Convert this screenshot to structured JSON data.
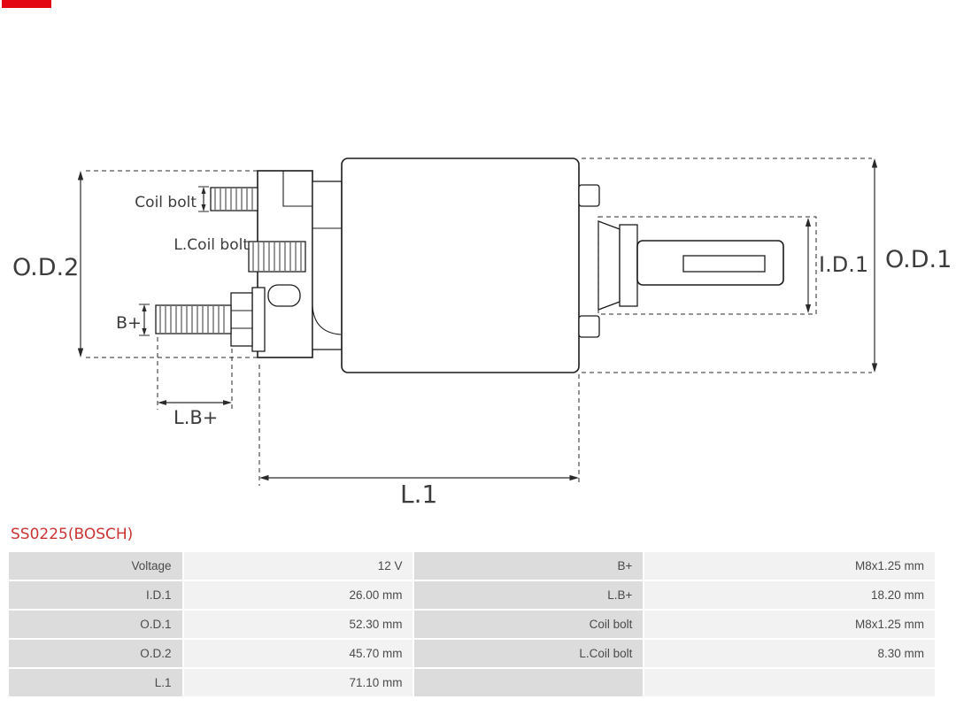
{
  "brand": {
    "mark_color": "#e30613"
  },
  "part": {
    "title": "SS0225(BOSCH)",
    "title_color": "#cc3333"
  },
  "diagram": {
    "labels": {
      "od2": "O.D.2",
      "od1": "O.D.1",
      "id1": "I.D.1",
      "l1": "L.1",
      "lb": "L.B+",
      "b": "B+",
      "coil_bolt": "Coil bolt",
      "l_coil_bolt": "L.Coil bolt"
    }
  },
  "table": {
    "rows": [
      {
        "c1": "Voltage",
        "c2": "12 V",
        "c3": "B+",
        "c4": "M8x1.25 mm"
      },
      {
        "c1": "I.D.1",
        "c2": "26.00 mm",
        "c3": "L.B+",
        "c4": "18.20 mm"
      },
      {
        "c1": "O.D.1",
        "c2": "52.30 mm",
        "c3": "Coil bolt",
        "c4": "M8x1.25 mm"
      },
      {
        "c1": "O.D.2",
        "c2": "45.70 mm",
        "c3": "L.Coil bolt",
        "c4": "8.30 mm"
      },
      {
        "c1": "L.1",
        "c2": "71.10 mm",
        "c3": "",
        "c4": ""
      }
    ]
  }
}
